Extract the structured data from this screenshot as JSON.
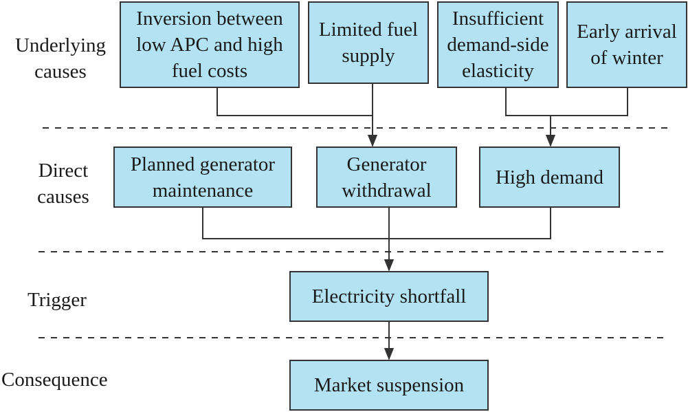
{
  "rows": {
    "underlying": [
      "Underlying",
      "causes"
    ],
    "direct": [
      "Direct",
      "causes"
    ],
    "trigger": [
      "Trigger"
    ],
    "consequence": [
      "Consequence"
    ]
  },
  "nodes": {
    "inversion": [
      "Inversion between",
      "low APC and high",
      "fuel costs"
    ],
    "limited_fuel": [
      "Limited fuel",
      "supply"
    ],
    "insufficient": [
      "Insufficient",
      "demand-side",
      "elasticity"
    ],
    "early_winter": [
      "Early arrival",
      "of winter"
    ],
    "planned": [
      "Planned generator",
      "maintenance"
    ],
    "withdrawal": [
      "Generator",
      "withdrawal"
    ],
    "high_demand": [
      "High demand"
    ],
    "shortfall": [
      "Electricity shortfall"
    ],
    "suspension": [
      "Market suspension"
    ]
  },
  "colors": {
    "box_fill": "#b3e2f3",
    "stroke": "#333333"
  }
}
